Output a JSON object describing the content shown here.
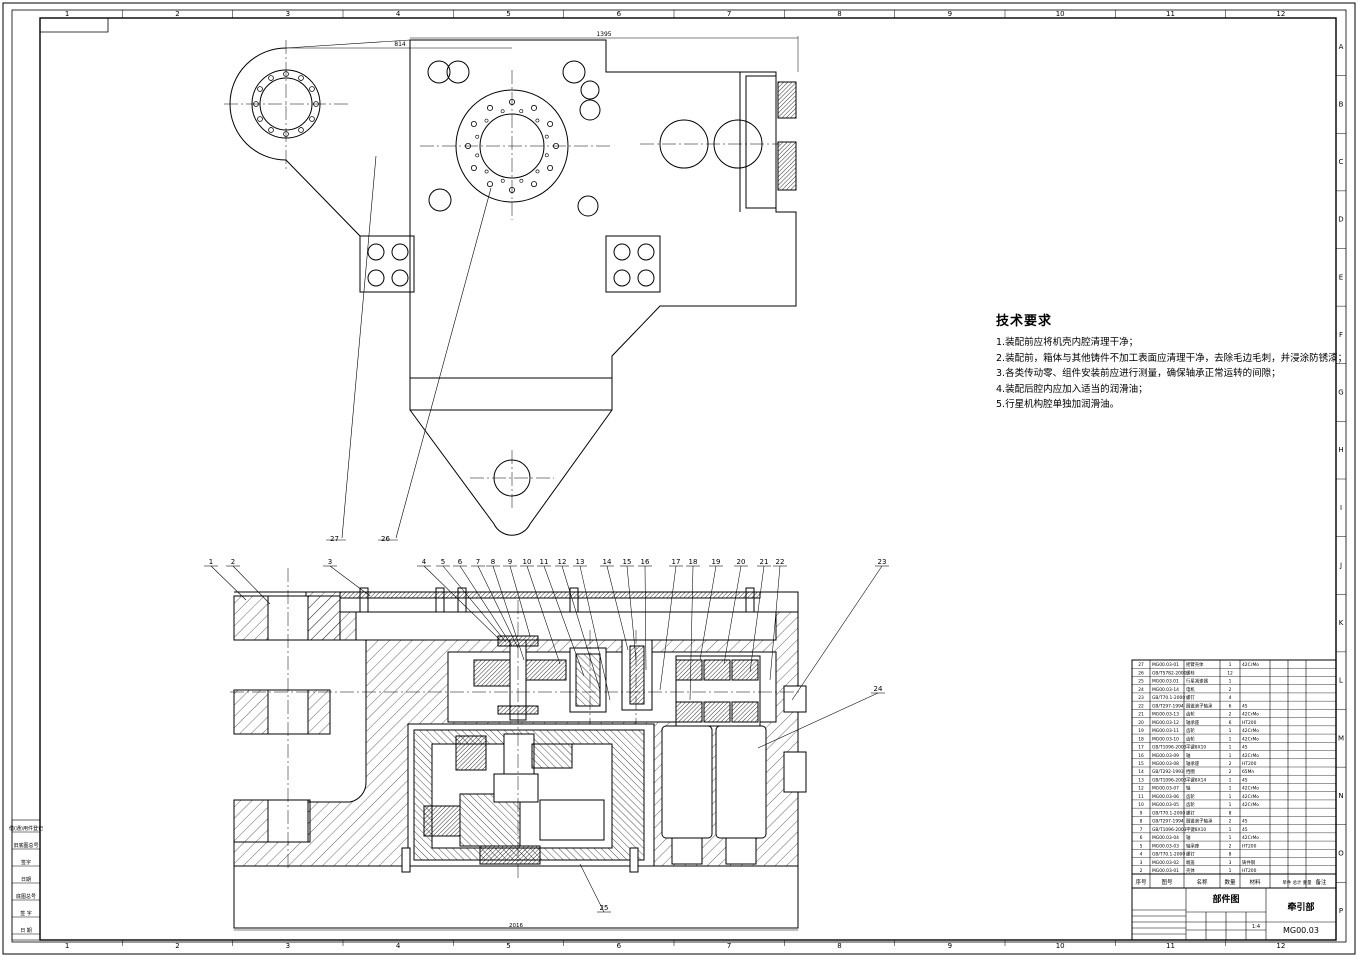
{
  "grid": {
    "columns": [
      "1",
      "2",
      "3",
      "4",
      "5",
      "6",
      "7",
      "8",
      "9",
      "10",
      "11",
      "12"
    ],
    "rows": [
      "A",
      "B",
      "C",
      "D",
      "E",
      "F",
      "G",
      "H",
      "I",
      "J",
      "K",
      "L",
      "M",
      "N",
      "O",
      "P"
    ]
  },
  "dimensions": {
    "top_short": "814",
    "top_long": "1395",
    "bottom_overall": "2016"
  },
  "part_callouts": {
    "top_view": [
      "27",
      "26"
    ],
    "section": [
      "1",
      "2",
      "3",
      "4",
      "5",
      "6",
      "7",
      "8",
      "9",
      "10",
      "11",
      "12",
      "13",
      "14",
      "15",
      "16",
      "17",
      "18",
      "19",
      "20",
      "21",
      "22",
      "23",
      "24",
      "25"
    ]
  },
  "tech_requirements": {
    "title": "技术要求",
    "items": [
      "1.装配前应将机壳内腔清理干净；",
      "2.装配前，箱体与其他铸件不加工表面应清理干净，去除毛边毛刺，并浸涂防锈漆；",
      "3.各类传动零、组件安装前应进行测量，确保轴承正常运转的间隙；",
      "4.装配后腔内应加入适当的润滑油；",
      "5.行星机构腔单独加润滑油。"
    ]
  },
  "bom": {
    "header": {
      "seq": "序号",
      "code": "图号",
      "name": "名称",
      "qty": "数量",
      "material": "材料",
      "weight": "单件 总计 重量",
      "remark": "备注"
    },
    "rows": [
      {
        "seq": "27",
        "code": "MG00.03-01",
        "name": "摇臂壳体",
        "qty": "1",
        "material": "42CrMo"
      },
      {
        "seq": "26",
        "code": "GB/T5782-2000",
        "name": "螺栓",
        "qty": "12",
        "material": ""
      },
      {
        "seq": "25",
        "code": "MG00.03.01",
        "name": "行星减速器",
        "qty": "1",
        "material": ""
      },
      {
        "seq": "24",
        "code": "MG00.03-14",
        "name": "电机",
        "qty": "2",
        "material": ""
      },
      {
        "seq": "23",
        "code": "GB/T70.1-2000",
        "name": "螺钉",
        "qty": "4",
        "material": ""
      },
      {
        "seq": "22",
        "code": "GB/T297-1994",
        "name": "圆锥滚子轴承",
        "qty": "6",
        "material": "45"
      },
      {
        "seq": "21",
        "code": "MG00.03-13",
        "name": "齿轮",
        "qty": "2",
        "material": "42CrMo"
      },
      {
        "seq": "20",
        "code": "MG00.03-12",
        "name": "轴承座",
        "qty": "6",
        "material": "HT200"
      },
      {
        "seq": "19",
        "code": "MG00.03-11",
        "name": "齿轮",
        "qty": "1",
        "material": "42CrMo"
      },
      {
        "seq": "18",
        "code": "MG00.03-10",
        "name": "齿轮",
        "qty": "1",
        "material": "42CrMo"
      },
      {
        "seq": "17",
        "code": "GB/T1096-2003",
        "name": "平键8X10",
        "qty": "1",
        "material": "45"
      },
      {
        "seq": "16",
        "code": "MG00.03-09",
        "name": "轴",
        "qty": "1",
        "material": "42CrMo"
      },
      {
        "seq": "15",
        "code": "MG00.03-08",
        "name": "轴承座",
        "qty": "2",
        "material": "HT200"
      },
      {
        "seq": "14",
        "code": "GB/T292-1993",
        "name": "挡圈",
        "qty": "2",
        "material": "65Mn"
      },
      {
        "seq": "13",
        "code": "GB/T1096-2003",
        "name": "平键8X14",
        "qty": "1",
        "material": "45"
      },
      {
        "seq": "12",
        "code": "MG00.03-07",
        "name": "轴",
        "qty": "1",
        "material": "42CrMo"
      },
      {
        "seq": "11",
        "code": "MG00.03-06",
        "name": "齿轮",
        "qty": "1",
        "material": "42CrMo"
      },
      {
        "seq": "10",
        "code": "MG00.03-05",
        "name": "齿轮",
        "qty": "1",
        "material": "42CrMo"
      },
      {
        "seq": "9",
        "code": "GB/T70.1-2000",
        "name": "螺钉",
        "qty": "8",
        "material": ""
      },
      {
        "seq": "8",
        "code": "GB/T297-1994",
        "name": "圆锥滚子轴承",
        "qty": "2",
        "material": "45"
      },
      {
        "seq": "7",
        "code": "GB/T1096-2003",
        "name": "平键8X10",
        "qty": "1",
        "material": "45"
      },
      {
        "seq": "6",
        "code": "MG00.03-04",
        "name": "轴",
        "qty": "1",
        "material": "42CrMo"
      },
      {
        "seq": "5",
        "code": "MG00.03-03",
        "name": "轴承座",
        "qty": "2",
        "material": "HT200"
      },
      {
        "seq": "4",
        "code": "GB/T70.1-2000",
        "name": "螺钉",
        "qty": "8",
        "material": ""
      },
      {
        "seq": "3",
        "code": "MG00.03-02",
        "name": "端盖",
        "qty": "3",
        "material": "铸件钢"
      },
      {
        "seq": "2",
        "code": "MG00.03-01",
        "name": "壳体",
        "qty": "1",
        "material": "HT200"
      }
    ]
  },
  "title_block": {
    "drawing_type": "部件图",
    "part_name": "牵引部",
    "drawing_number": "MG00.03",
    "scale": "1:4"
  },
  "left_strip": [
    "借(通)用件登记",
    "旧底图总号",
    "签字",
    "日期",
    "底图总号",
    "签 字",
    "日 期"
  ]
}
